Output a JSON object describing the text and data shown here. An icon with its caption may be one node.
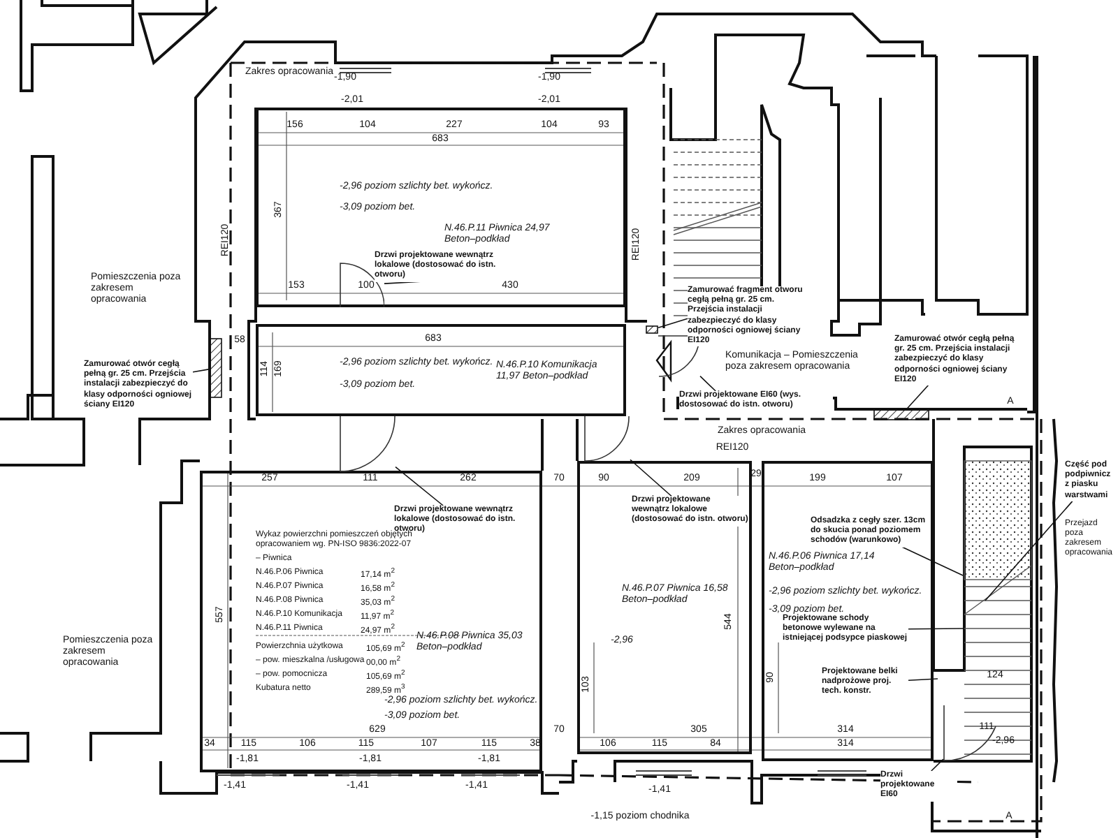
{
  "diagram": {
    "nodes": [
      {
        "text": [
          "-2,96 poziom szlichty bet. wykończ.",
          "-3,09 poziom bet.",
          "N.46.P.11 Piwnica 24,97 Beton–podkład"
        ]
      },
      {
        "text": [
          "-2,96 poziom szlichty bet. wykończ.",
          "-3,09 poziom bet.",
          "N.46.P.10 Komunikacja 11,97 Beton–podkład"
        ]
      },
      {
        "text": [
          "N.46.P.08 Piwnica 35,03 Beton–podkład",
          "-2,96 poziom szlichty bet. wykończ.",
          "-3,09 poziom bet."
        ]
      },
      {
        "text": [
          "N.46.P.07 Piwnica 16,58 Beton–podkład",
          "-2,96"
        ]
      },
      {
        "text": [
          "N.46.P.06 Piwnica 17,14 Beton–podkład",
          "-2,96 poziom szlichty bet. wykończ.",
          "-3,09 poziom bet."
        ]
      },
      {
        "text": [
          "Komunikacja – Pomieszczenia poza zakresem opracowania"
        ]
      },
      {
        "text": [
          "Drzwi projektowane wewnątrz lokalowe (dostosować do istn. otworu)"
        ],
        "in": 0
      },
      {
        "text": [
          "Zamurować otwór cegłą pełną gr. 25 cm. Przejścia instalacji zabezpieczyć do klasy odporności ogniowej ściany EI120"
        ]
      },
      {
        "text": [
          "Drzwi projektowane wewnątrz lokalowe (dostosować do istn. otworu)"
        ],
        "in": 2
      },
      {
        "text": [
          "Drzwi projektowane wewnątrz lokalowe (dostosować do istn. otworu)"
        ],
        "in": 3
      },
      {
        "text": [
          "Zamurować fragment otworu cegłą pełną gr. 25 cm. Przejścia instalacji zabezpieczyć do klasy odporności ogniowej ściany EI120"
        ]
      },
      {
        "text": [
          "Drzwi projektowane EI60 (wys. dostosować do istn. otworu)"
        ]
      },
      {
        "text": [
          "Zamurować otwór cegłą pełną gr. 25 cm. Przejścia instalacji zabezpieczyć do klasy odporności ogniowej ściany EI120"
        ]
      },
      {
        "text": [
          "Odsadzka z cegły szer. 13cm do skucia ponad poziomem schodów (warunkowo)"
        ],
        "in": 4
      },
      {
        "text": [
          "Projektowane schody betonowe wylewane na istniejącej podsypce piaskowej"
        ],
        "in": 4
      },
      {
        "text": [
          "Projektowane belki nadprożowe proj. tech. konstr."
        ],
        "in": 4
      },
      {
        "text": [
          "Drzwi projektowane EI60"
        ]
      },
      {
        "text": [
          "Część pod podpiwnicz z piasku warstwami"
        ]
      },
      {
        "text": [],
        "shape": "arc",
        "in": 0
      },
      {
        "text": [],
        "shape": "arc"
      },
      {
        "text": [],
        "shape": "arc"
      },
      {
        "text": [],
        "shape": "arc"
      },
      {
        "text": [],
        "shape": "arc"
      },
      {
        "text": [],
        "shape": "box"
      },
      {
        "text": [],
        "shape": "box"
      },
      {
        "text": [],
        "shape": "box"
      }
    ],
    "edges": [
      {
        "from": 6,
        "to": 18,
        "arrow": "none"
      },
      {
        "from": 7,
        "to": 23,
        "arrow": "none"
      },
      {
        "from": 8,
        "to": 19,
        "arrow": "none"
      },
      {
        "from": 9,
        "to": 20,
        "arrow": "none"
      },
      {
        "from": 10,
        "to": 24,
        "arrow": "none"
      },
      {
        "from": 11,
        "to": 21,
        "arrow": "none"
      },
      {
        "from": 12,
        "to": 25,
        "arrow": "none"
      },
      {
        "from": 13,
        "to": null,
        "arrow": "none"
      },
      {
        "from": 14,
        "to": null,
        "arrow": "none"
      },
      {
        "from": 15,
        "to": null,
        "arrow": "none"
      },
      {
        "from": 16,
        "to": 22,
        "arrow": "none"
      },
      {
        "from": 17,
        "to": null,
        "arrow": "none"
      }
    ],
    "labels": [
      "Zakres opracowania",
      "-1,90",
      "-1,90",
      "-2,01",
      "-2,01",
      "156",
      "104",
      "227",
      "104",
      "93",
      "683",
      "367",
      "REI120",
      "REI120",
      "153",
      "100",
      "430",
      "58",
      "683",
      "114",
      "169",
      "Zakres opracowania",
      "REI120",
      "A",
      "257",
      "111",
      "262",
      "70",
      "90",
      "209",
      "29",
      "199",
      "107",
      "Wykaz powierzchni pomieszczeń objętych opracowaniem wg. PN-ISO 9836:2022-07",
      "– Piwnica",
      "N.46.P.06 Piwnica",
      "17,14 m$^{2}$",
      "N.46.P.07 Piwnica",
      "16,58 m$^{2}$",
      "N.46.P.08 Piwnica",
      "35,03 m$^{2}$",
      "N.46.P.10 Komunikacja",
      "11,97 m$^{2}$",
      "N.46.P.11 Piwnica",
      "24,97 m$^{2}$",
      "Powierzchnia użytkowa",
      "105,69 m$^{2}$",
      "– pow. mieszkalna /usługowa",
      "00,00 m$^{2}$",
      "– pow. pomocnicza",
      "105,69 m$^{2}$",
      "Kubatura netto",
      "289,59 m$^{3}$",
      "557",
      "544",
      "103",
      "90",
      "629",
      "305",
      "314",
      "34",
      "115",
      "106",
      "115",
      "107",
      "115",
      "38",
      "70",
      "106",
      "115",
      "84",
      "314",
      "-1,81",
      "-1,81",
      "-1,81",
      "-1,41",
      "-1,41",
      "-1,41",
      "-1,41",
      "-1,15 poziom chodnika",
      "-2,96",
      "A",
      "124",
      "111",
      "Pomieszczenia poza zakresem opracowania",
      "Pomieszczenia poza zakresem opracowania",
      "Przejazd poza zakresem opracowania"
    ]
  }
}
